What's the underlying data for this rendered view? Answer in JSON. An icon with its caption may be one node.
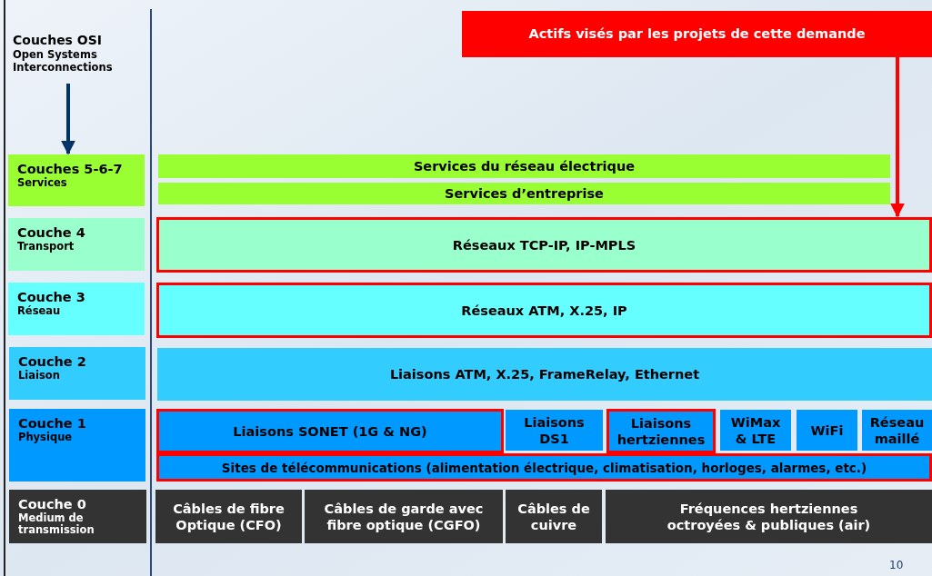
{
  "diagram": {
    "nodes": [
      {
        "text": [
          "Couches OSI",
          "Open Systems Interconnections"
        ]
      },
      {
        "text": [
          "Couches 5-6-7",
          "Services"
        ]
      },
      {
        "text": [
          "Couche 4",
          "Transport"
        ]
      },
      {
        "text": [
          "Couche 3",
          "Réseau"
        ]
      },
      {
        "text": [
          "Couche 2",
          "Liaison"
        ]
      },
      {
        "text": [
          "Couche 1",
          "Physique"
        ]
      },
      {
        "text": [
          "Couche 0",
          "Medium de transmission"
        ]
      },
      {
        "text": [
          "Actifs visés par les projets de cette demande"
        ]
      },
      {
        "text": [
          "Services du réseau électrique"
        ]
      },
      {
        "text": [
          "Services d’entreprise"
        ]
      },
      {
        "text": [
          "Réseaux TCP-IP, IP-MPLS"
        ]
      },
      {
        "text": [
          "Réseaux ATM, X.25, IP"
        ]
      },
      {
        "text": [
          "Liaisons ATM, X.25, FrameRelay, Ethernet"
        ]
      },
      {
        "text": [
          "Liaisons SONET (1G & NG)"
        ]
      },
      {
        "text": [
          "Liaisons DS1"
        ]
      },
      {
        "text": [
          "Liaisons hertziennes"
        ]
      },
      {
        "text": [
          "WiMax & LTE"
        ]
      },
      {
        "text": [
          "WiFi"
        ]
      },
      {
        "text": [
          "Réseau maillé"
        ]
      },
      {
        "text": [
          "Sites de télécommunications (alimentation électrique, climatisation, horloges, alarmes, etc.)"
        ]
      },
      {
        "text": [
          "Câbles de fibre Optique (CFO)"
        ]
      },
      {
        "text": [
          "Câbles de garde avec fibre optique (CGFO)"
        ]
      },
      {
        "text": [
          "Câbles de cuivre"
        ]
      },
      {
        "text": [
          "Fréquences hertziennes octroyées & publiques (air)"
        ]
      }
    ],
    "edges": [
      {
        "from": 0,
        "to": 1,
        "arrow": "to",
        "color": "#003366"
      },
      {
        "from": 7,
        "to": 10,
        "arrow": "to",
        "color": "#ff0000"
      }
    ],
    "labels": [
      "10"
    ]
  }
}
